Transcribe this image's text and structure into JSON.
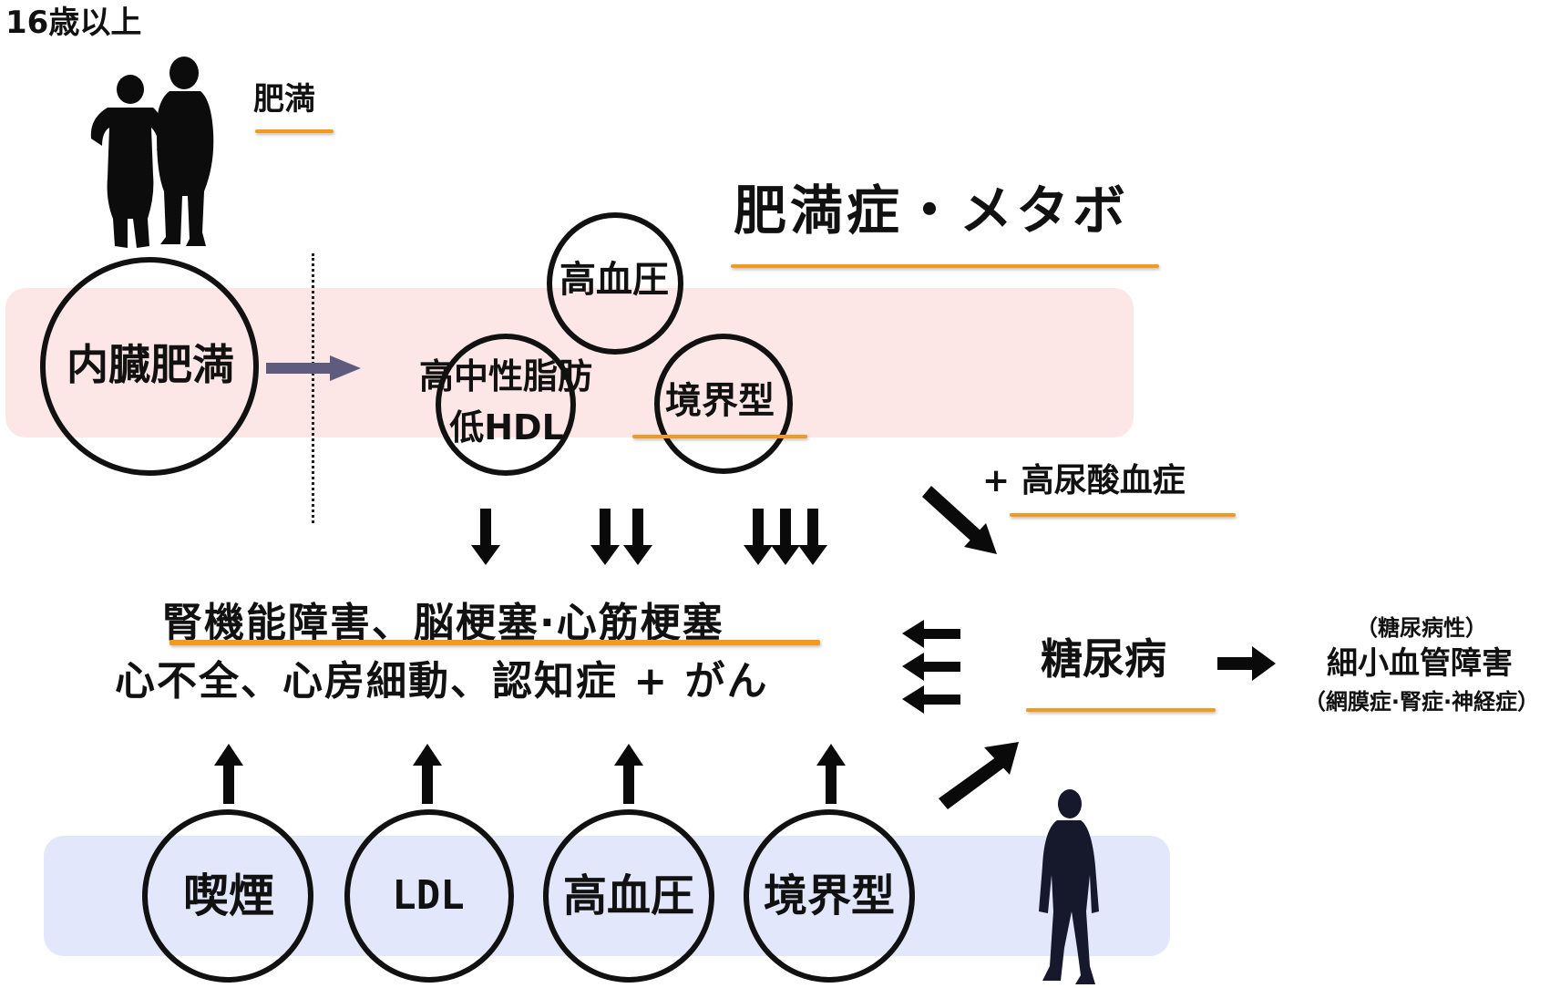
{
  "age_label": "16歳以上",
  "obesity_label": "肥満",
  "obesity_syndrome_title": "肥満症・メタボ",
  "top_row": {
    "visceral_fat": "内臓肥満",
    "hypertension": "高血圧",
    "dyslipidemia_line1": "高中性脂肪",
    "dyslipidemia_line2": "低HDL",
    "borderline": "境界型"
  },
  "hyperuricemia": "+ 高尿酸血症",
  "outcomes": {
    "line1": "腎機能障害、脳梗塞·心筋梗塞",
    "line2": "心不全、心房細動、認知症 + がん"
  },
  "diabetes": "糖尿病",
  "microvascular": {
    "prefix": "（糖尿病性）",
    "title": "細小血管障害",
    "suffix": "（網膜症·腎症·神経症）"
  },
  "bottom_row": {
    "smoking": "喫煙",
    "ldl": "LDL",
    "hypertension": "高血圧",
    "borderline": "境界型"
  },
  "colors": {
    "underline": "#f39a1e",
    "pink_band": "#fde6e6",
    "blue_band": "#e3e7fb",
    "visceral_arrow": "#5e5b7e"
  }
}
